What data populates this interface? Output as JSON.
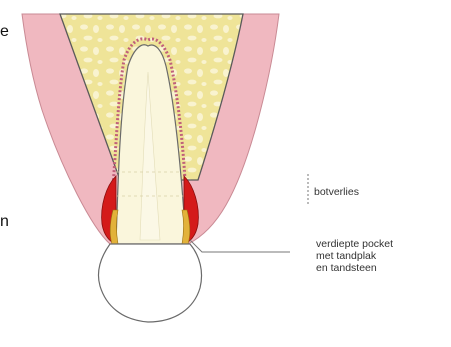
{
  "labels": {
    "bone_loss": "botverlies",
    "pocket": [
      "verdiepte pocket",
      "met tandplak",
      "en tandsteen"
    ]
  },
  "edge_fragments": {
    "top_left": "e",
    "bottom_left": "n"
  },
  "colors": {
    "gum": "#f0b8c0",
    "bone": "#efe498",
    "bone_spots": "#f9f3cf",
    "tooth_root": "#faf6dc",
    "crown": "#ffffff",
    "inflammation": "#d41a1a",
    "tartar": "#e2b23a",
    "outline": "#5a5a5a"
  }
}
